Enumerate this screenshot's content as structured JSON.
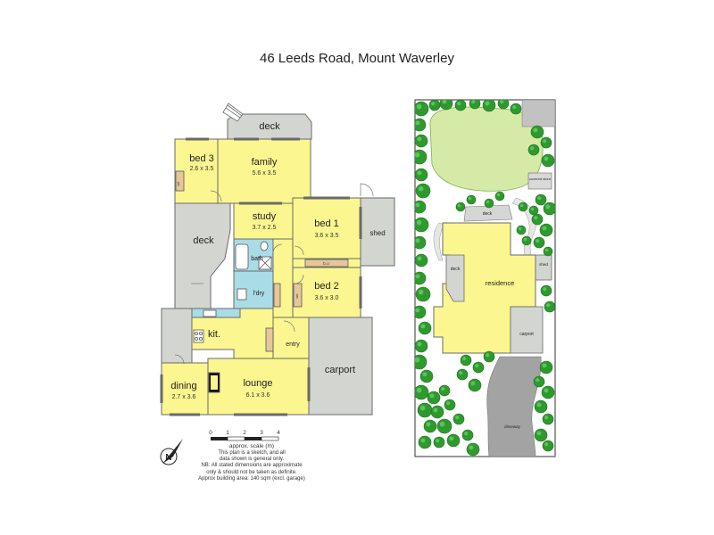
{
  "title": "46 Leeds Road, Mount Waverley",
  "floorplan": {
    "rooms": {
      "deck_top": {
        "name": "deck"
      },
      "bed3": {
        "name": "bed 3",
        "dims": "2.6 x 3.5"
      },
      "family": {
        "name": "family",
        "dims": "5.6 x 3.5"
      },
      "study": {
        "name": "study",
        "dims": "3.7 x 2.5"
      },
      "bed1": {
        "name": "bed 1",
        "dims": "3.6 x 3.5"
      },
      "shed": {
        "name": "shed"
      },
      "deck_left": {
        "name": "deck"
      },
      "bath": {
        "name": "bath"
      },
      "ldry": {
        "name": "l'dry"
      },
      "bed2": {
        "name": "bed 2",
        "dims": "3.6 x 3.0"
      },
      "kit": {
        "name": "kit."
      },
      "entry": {
        "name": "entry"
      },
      "carport": {
        "name": "carport"
      },
      "dining": {
        "name": "dining",
        "dims": "2.7 x 3.6"
      },
      "lounge": {
        "name": "lounge",
        "dims": "6.1 x 3.6"
      }
    },
    "robe_labels": [
      "w/r",
      "b.i.r",
      "w/r"
    ],
    "scale": {
      "ticks": [
        "0",
        "1",
        "2",
        "3",
        "4"
      ],
      "caption": "approx. scale (m)"
    },
    "north_label": "N",
    "notes": [
      "This plan is a sketch, and all",
      "data shown is general only.",
      "NB: All stated dimensions are approximate",
      "only & should not be taken as definite.",
      "Approx building area: 140 sqm (excl. garage)"
    ]
  },
  "siteplan": {
    "labels": {
      "covered_store": "covered store",
      "deck_top": "deck",
      "deck_left": "deck",
      "residence": "residence",
      "shed": "shed",
      "carport": "carport",
      "driveway": "driveway"
    }
  },
  "colors": {
    "room_fill": "#fbf68f",
    "wet_fill": "#a9dce6",
    "outdoor_fill": "#d3d6d0",
    "wall": "#6a6a6a",
    "lawn": "#d6eaa8",
    "tree": "#2e9a2e",
    "paving": "#c2c2c2"
  }
}
